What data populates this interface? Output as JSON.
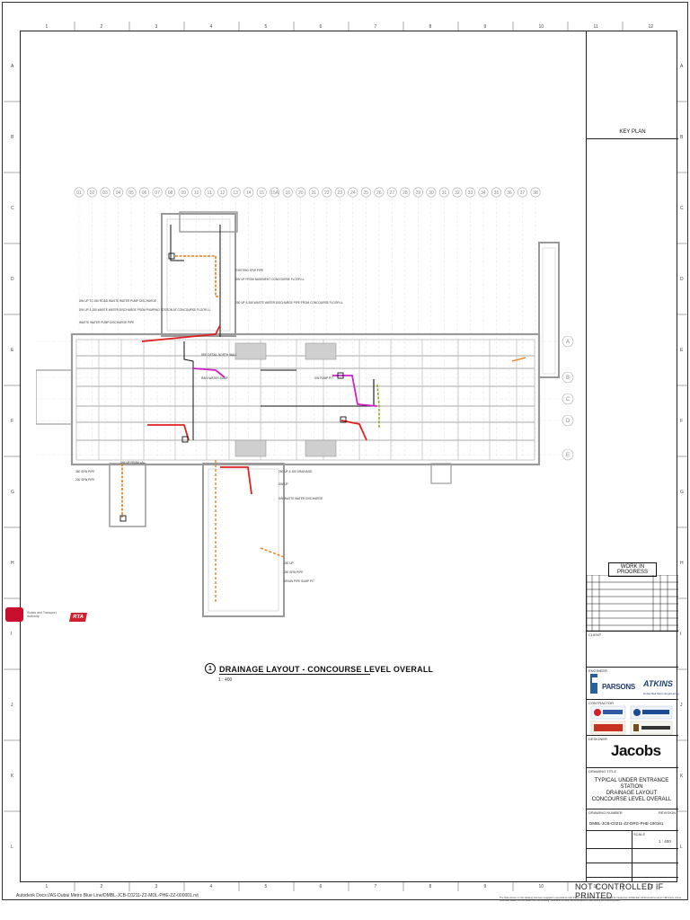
{
  "sheet": {
    "grid_columns": [
      "1",
      "2",
      "3",
      "4",
      "5",
      "6",
      "7",
      "8",
      "9",
      "10",
      "11",
      "12"
    ],
    "grid_rows": [
      "A",
      "B",
      "C",
      "D",
      "E",
      "F",
      "G",
      "H",
      "I",
      "J",
      "K",
      "L"
    ]
  },
  "drawing": {
    "axis_ids": [
      "01",
      "02",
      "03",
      "04",
      "05",
      "06",
      "07",
      "08",
      "09",
      "10",
      "11",
      "12",
      "13",
      "14",
      "15",
      "15A",
      "16",
      "20",
      "21",
      "22",
      "23",
      "24",
      "25",
      "26",
      "27",
      "28",
      "29",
      "30",
      "31",
      "32",
      "33",
      "34",
      "35",
      "36",
      "37",
      "38"
    ],
    "row_ids": [
      "A",
      "B",
      "C",
      "D",
      "E"
    ],
    "callouts": [
      "EXISTING SFW PIPE",
      "DW UP FROM BASEMENT CONCOURSE FLOOR LL",
      "DW UP TO 150 ROAD WASTE WATER PUMP DISCHARGE",
      "DW UP & 250 WASTE WATER DISCHARGE FROM PUMPING STATION AT CONCOURSE FLOOR LL",
      "WASTE WATER PUMP DISCHARGE PIPE",
      "250 UP & 350 WASTE WATER DISCHARGE PIPE FROM CONCOURSE FLOOR LL",
      "SEE DETAIL NORTH WALL",
      "RAIN WATER SUMP",
      "350 SFW PIPE",
      "200 SFW PIPE",
      "250 UP & 350 DRAINAGE",
      "DW UP",
      "SW WASTE WATER DISCHARGE",
      "250 SFW PIPE",
      "250 UP",
      "DRAIN PIPE SUMP PIT",
      "SW PUMP PIT",
      "DW UP FROM LAL"
    ]
  },
  "title": {
    "number": "1",
    "caption": "DRAINAGE LAYOUT - CONCOURSE LEVEL OVERALL",
    "scale": "1 : 400"
  },
  "panel": {
    "key_plan": "KEY PLAN",
    "work_in_progress": "WORK IN PROGRESS",
    "client_label": "CLIENT",
    "engineer_label": "ENGINEER",
    "contractor_label": "CONTRACTOR",
    "designer_label": "DESIGNER",
    "drawing_title_label": "DRAWING TITLE",
    "project_title": [
      "TYPICAL UNDER ENTRANCE STATION",
      "DRAINAGE LAYOUT",
      "CONCOURSE LEVEL OVERALL"
    ],
    "drawing_number_label": "DRAWING NUMBER",
    "drawing_number": "DMBL-JCB-C0211-Z2-DRG-PHE-150161",
    "revision_label": "REVISION",
    "scale_label": "SCALE",
    "scale_value": "1 : 400",
    "rta_text": "Roads and Transport Authority",
    "rta_mark": "RTA",
    "parsons": "PARSONS",
    "atkins": "ATKINS",
    "atkins_sub": "Dubai Mail Metro Engineering",
    "jacobs": "Jacobs"
  },
  "footer": {
    "file_path": "Autodesk Docs://AS-Dubai Metro Blue Line/DMBL-JCB-C0211-Z2-MDL-PHE-ZZ-000001.rvt",
    "not_controlled": "NOT CONTROLLED IF PRINTED",
    "disclaimer": "The Data shown on this drawing has been supplied in accordance with the provisions of the contract and shall be treated as confidential. All dimensions are in millimeters unless otherwise stated. Do not scale from this drawing. Contractor to verify all dimensions on site before commencing work."
  },
  "colors": {
    "wall": "#9a9a9a",
    "drain_red": "#e02020",
    "drain_orange": "#ee7a10",
    "drain_magenta": "#d020c8",
    "drain_green": "#8ab020",
    "drain_black": "#111111"
  }
}
